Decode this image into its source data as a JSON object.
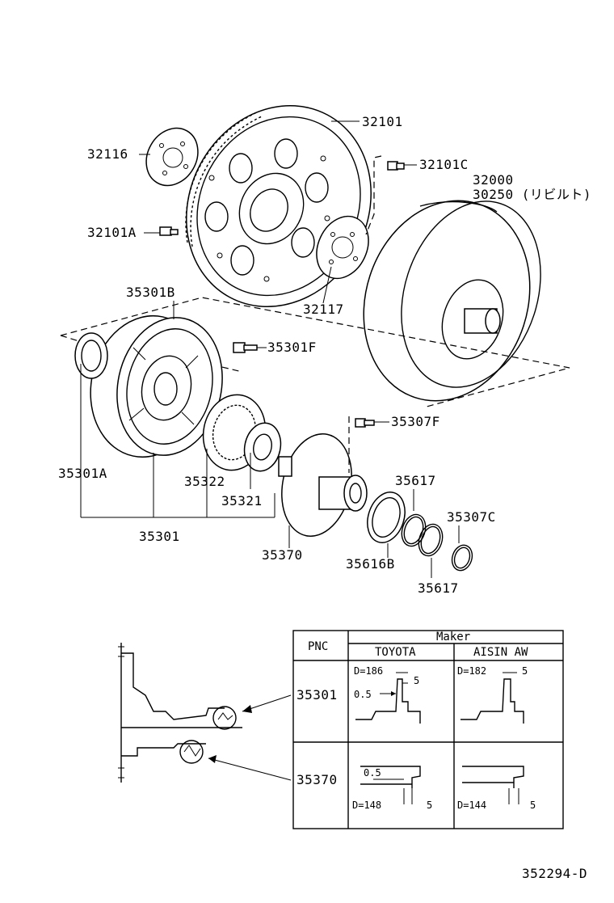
{
  "parts": {
    "p32101": "32101",
    "p32116": "32116",
    "p32101C": "32101C",
    "p32000": "32000",
    "p30250": "30250 (リビルト)",
    "p32101A": "32101A",
    "p32117": "32117",
    "p35301B": "35301B",
    "p35301F": "35301F",
    "p35307F": "35307F",
    "p35301A": "35301A",
    "p35322": "35322",
    "p35321": "35321",
    "p35301": "35301",
    "p35370": "35370",
    "p35617a": "35617",
    "p35307C": "35307C",
    "p35616B": "35616B",
    "p35617b": "35617"
  },
  "table": {
    "pnc_header": "PNC",
    "maker_header": "Maker",
    "toyota_header": "TOYOTA",
    "aisin_header": "AISIN AW",
    "rows": [
      {
        "pnc": "35301",
        "toyota": {
          "d": "D=186",
          "step": "5",
          "offset": "0.5"
        },
        "aisin": {
          "d": "D=182",
          "step": "5"
        }
      },
      {
        "pnc": "35370",
        "toyota": {
          "d": "D=148",
          "step": "5",
          "offset": "0.5"
        },
        "aisin": {
          "d": "D=144",
          "step": "5"
        }
      }
    ]
  },
  "figure_id": "352294-D"
}
